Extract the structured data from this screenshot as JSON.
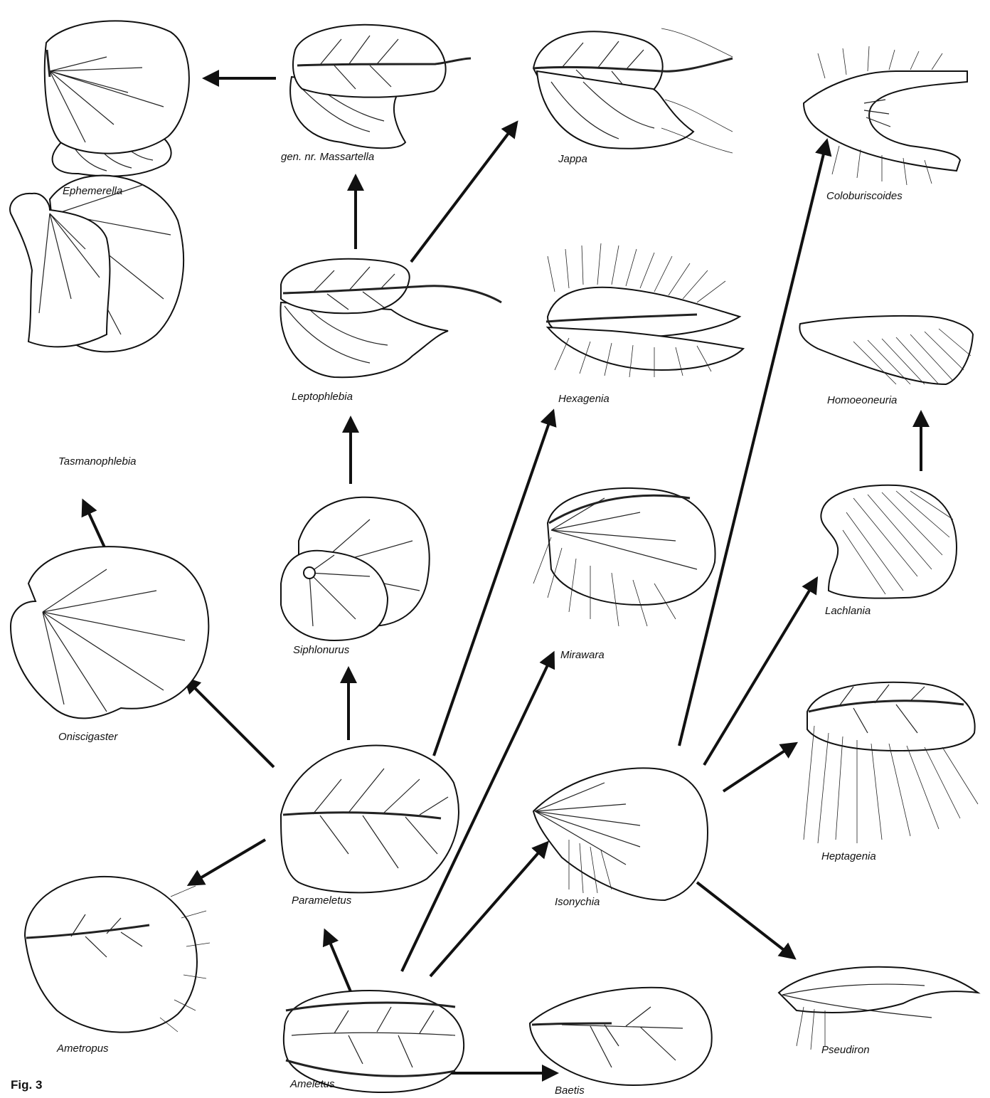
{
  "figure_label": "Fig. 3",
  "taxa": {
    "ephemerella": "Ephemerella",
    "massartella": "gen. nr. Massartella",
    "jappa": "Jappa",
    "coloburiscoides": "Coloburiscoides",
    "tasmanophlebia": "Tasmanophlebia",
    "leptophlebia": "Leptophlebia",
    "hexagenia": "Hexagenia",
    "homoeoneuria": "Homoeoneuria",
    "siphlonurus": "Siphlonurus",
    "mirawara": "Mirawara",
    "lachlania": "Lachlania",
    "oniscigaster": "Oniscigaster",
    "heptagenia": "Heptagenia",
    "parameletus": "Parameletus",
    "isonychia": "Isonychia",
    "ametropus": "Ametropus",
    "pseudiron": "Pseudiron",
    "ameletus": "Ameletus",
    "baetis": "Baetis"
  },
  "colors": {
    "ink": "#111111",
    "paper": "#ffffff"
  }
}
